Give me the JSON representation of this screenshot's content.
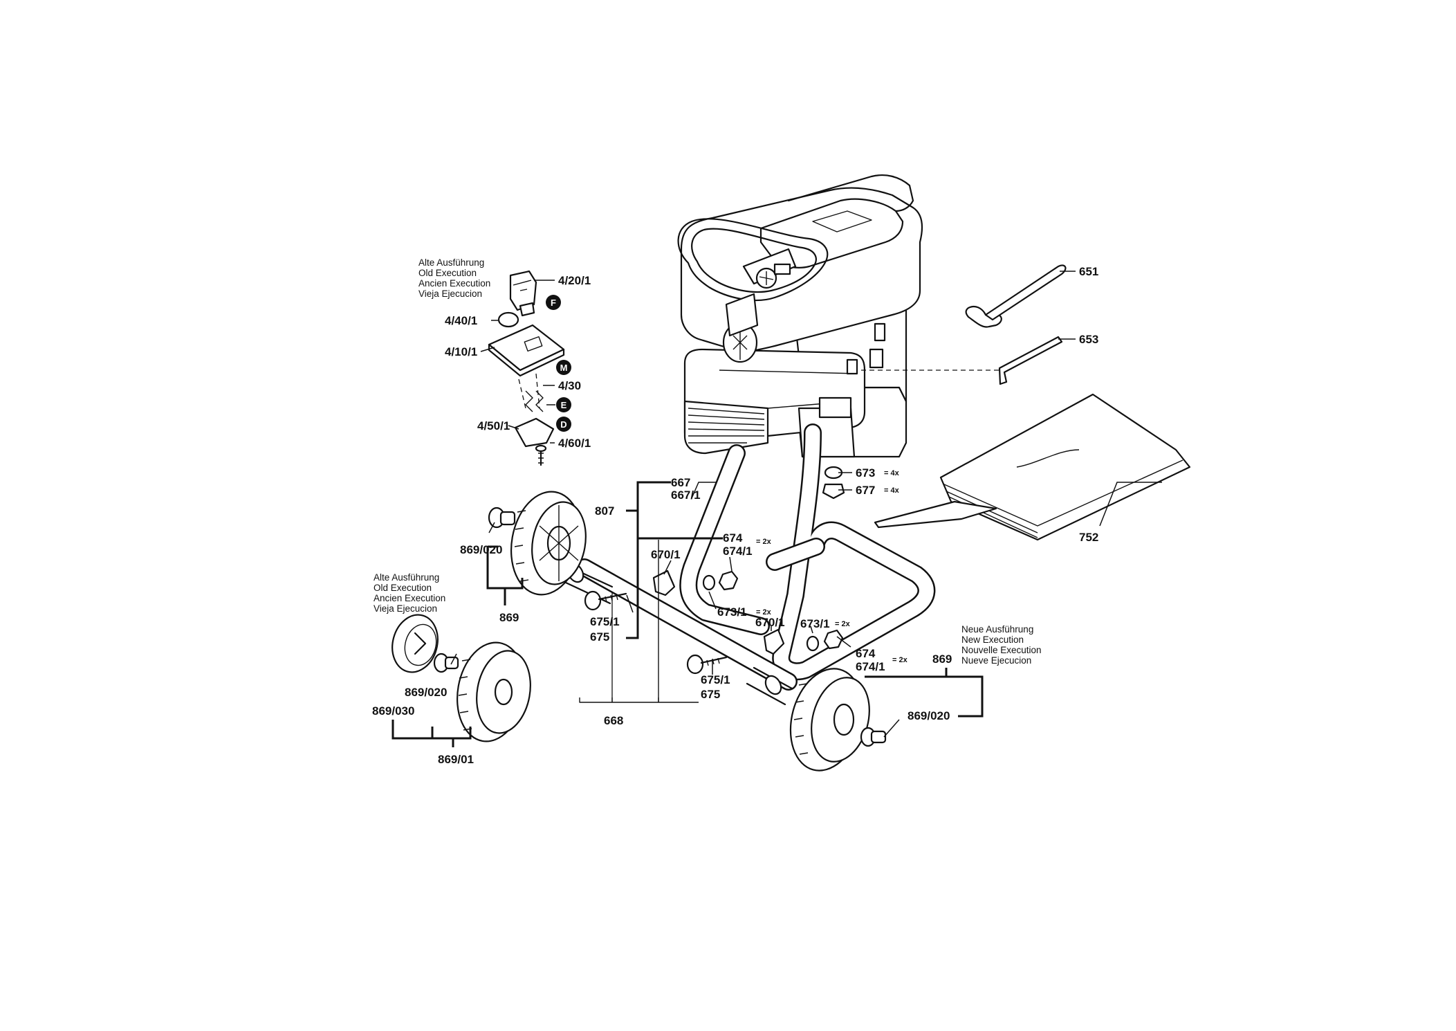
{
  "notes": {
    "old_execution": [
      "Alte Ausführung",
      "Old Execution",
      "Ancien Execution",
      "Vieja Ejecucion"
    ],
    "new_execution": [
      "Neue Ausführung",
      "New Execution",
      "Nouvelle Execution",
      "Nueve Ejecucion"
    ]
  },
  "badges": {
    "f": "F",
    "m": "M",
    "e": "E",
    "d": "D"
  },
  "labels": {
    "p4_20_1": "4/20/1",
    "p4_40_1": "4/40/1",
    "p4_10_1": "4/10/1",
    "p4_30": "4/30",
    "p4_50_1": "4/50/1",
    "p4_60_1": "4/60/1",
    "p651": "651",
    "p653": "653",
    "p673": "673",
    "p677": "677",
    "p752": "752",
    "p667": "667",
    "p667_1": "667/1",
    "p807": "807",
    "p674_a": "674",
    "p674_1_a": "674/1",
    "p869_020_a": "869/020",
    "p869_a": "869",
    "p670_1_a": "670/1",
    "p673_1_a": "673/1",
    "p675_1_a": "675/1",
    "p675_a": "675",
    "p670_1_b": "670/1",
    "p673_1_b": "673/1",
    "p674_b": "674",
    "p674_1_b": "674/1",
    "p869_b": "869",
    "p675_1_b": "675/1",
    "p675_b": "675",
    "p668": "668",
    "p869_020_b": "869/020",
    "p869_030": "869/030",
    "p869_01": "869/01",
    "p869_020_c": "869/020"
  },
  "quantities": {
    "q673": "= 4x",
    "q677": "= 4x",
    "q674_a": "= 2x",
    "q673_1_a": "= 2x",
    "q673_1_b": "= 2x",
    "q674_1_b": "= 2x"
  }
}
